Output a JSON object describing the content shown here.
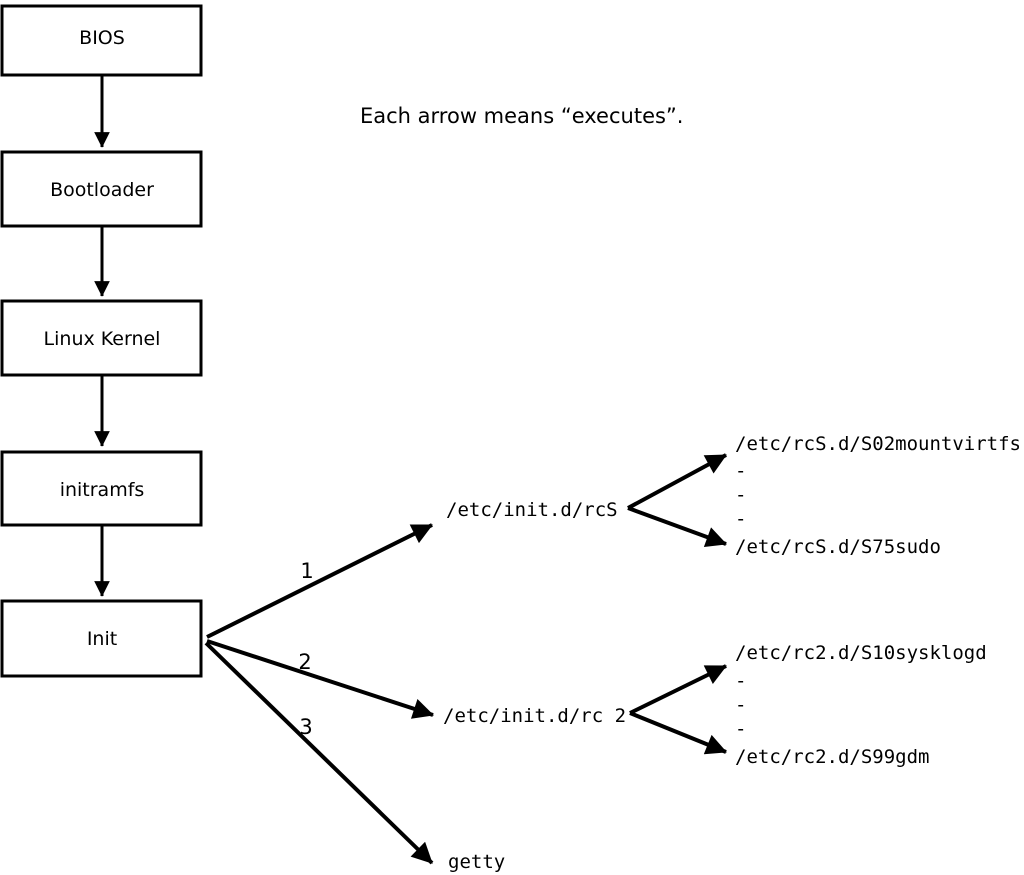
{
  "legend": {
    "note": "Each arrow means “executes”."
  },
  "colors": {
    "stroke": "#000000",
    "box_fill": "#ffffff",
    "background": "#ffffff",
    "text": "#000000"
  },
  "boot_chain": {
    "boxes": [
      {
        "label": "BIOS"
      },
      {
        "label": "Bootloader"
      },
      {
        "label": "Linux Kernel"
      },
      {
        "label": "initramfs"
      },
      {
        "label": "Init"
      }
    ]
  },
  "init_branches": [
    {
      "order": "1",
      "target": "/etc/init.d/rcS",
      "scripts": [
        "/etc/rcS.d/S02mountvirtfs",
        "-",
        "-",
        "-",
        "/etc/rcS.d/S75sudo"
      ]
    },
    {
      "order": "2",
      "target": "/etc/init.d/rc 2",
      "scripts": [
        "/etc/rc2.d/S10sysklogd",
        "-",
        "-",
        "-",
        "/etc/rc2.d/S99gdm"
      ]
    },
    {
      "order": "3",
      "target": "getty",
      "scripts": []
    }
  ]
}
